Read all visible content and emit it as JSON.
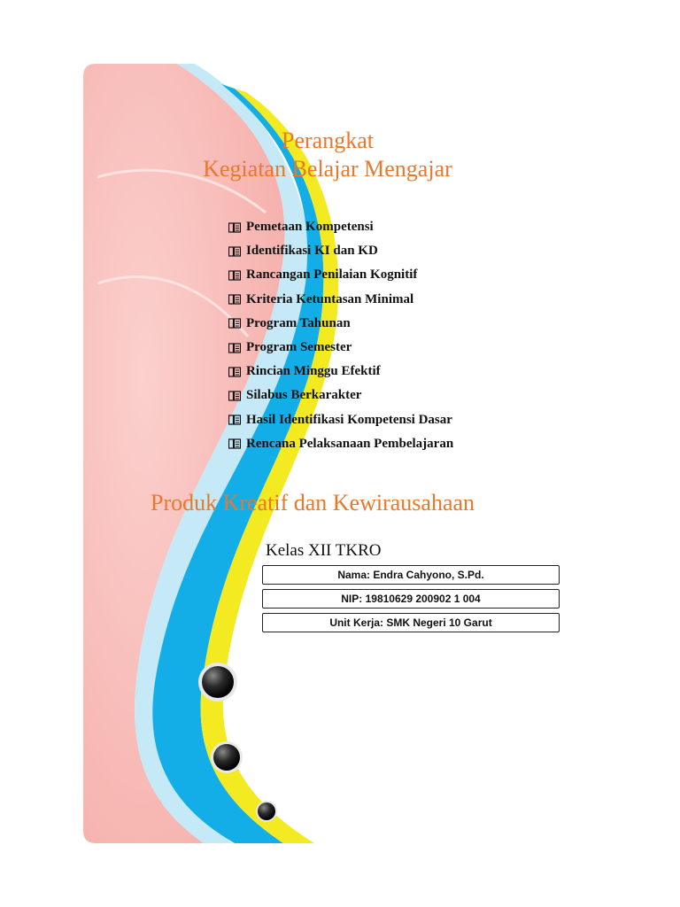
{
  "header": {
    "title_line1": "Perangkat",
    "title_line2": "Kegiatan Belajar Mengajar"
  },
  "contents": [
    "Pemetaan Kompetensi",
    "Identifikasi KI dan KD",
    "Rancangan Penilaian Kognitif",
    "Kriteria Ketuntasan Minimal",
    "Program Tahunan",
    "Program Semester",
    "Rincian Minggu Efektif",
    "Silabus Berkarakter",
    "Hasil Identifikasi Kompetensi Dasar",
    "Rencana Pelaksanaan Pembelajaran"
  ],
  "subject": "Produk Kreatif dan Kewirausahaan",
  "class_label": "Kelas XII TKRO",
  "author": {
    "name": "Nama: Endra Cahyono, S.Pd.",
    "nip": "NIP: 19810629 200902 1 004",
    "unit": "Unit Kerja: SMK Negeri 10 Garut"
  },
  "colors": {
    "title": "#e8782a",
    "pink_panel": "#f7b8b5",
    "blue_wave": "#13aee8",
    "yellow_wave": "#f3ea21",
    "light_blue_wave": "#c6e9f7"
  },
  "icons": {
    "bullet": "book-list-icon",
    "decor_dots": "dark-sphere-icon"
  }
}
